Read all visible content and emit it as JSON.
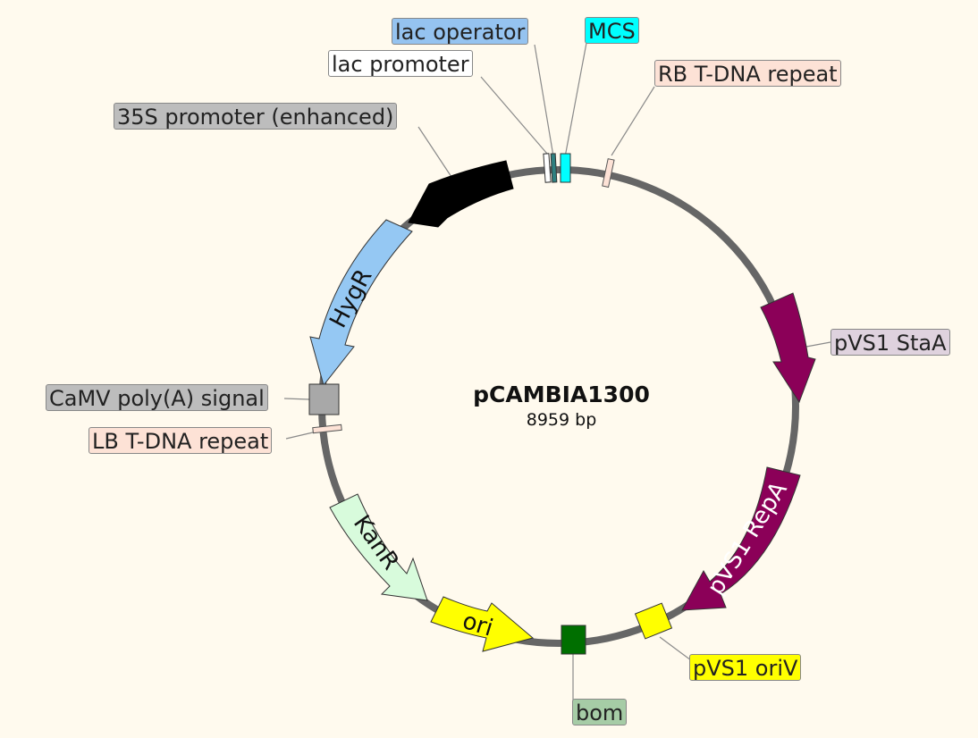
{
  "plasmid": {
    "name": "pCAMBIA1300",
    "size": "8959 bp"
  },
  "features": {
    "lac_operator": {
      "label": "lac operator",
      "color": "#95c3f0"
    },
    "mcs": {
      "label": "MCS",
      "color": "#00ffff"
    },
    "lac_promoter": {
      "label": "lac promoter",
      "color": "#ffffff"
    },
    "rb_tdna": {
      "label": "RB T-DNA repeat",
      "color": "#fde2d6"
    },
    "promoter_35s": {
      "label": "35S promoter (enhanced)",
      "color": "#000000",
      "label_color": "#bdbdbd"
    },
    "hygr": {
      "label": "HygR",
      "color": "#95c8f3"
    },
    "stata": {
      "label": "pVS1 StaA",
      "color": "#8b0058",
      "label_color": "#dfd2de"
    },
    "camv_polya": {
      "label": "CaMV poly(A) signal",
      "color": "#a8a8a8"
    },
    "lb_tdna": {
      "label": "LB T-DNA repeat",
      "color": "#fde2d6"
    },
    "repa": {
      "label": "pVS1 RepA",
      "color": "#8b0058"
    },
    "kanr": {
      "label": "KanR",
      "color": "#d8fbdc"
    },
    "ori": {
      "label": "ori",
      "color": "#ffff00"
    },
    "bom": {
      "label": "bom",
      "color": "#006f00",
      "label_color": "#a6cca6"
    },
    "oriv": {
      "label": "pVS1 oriV",
      "color": "#ffff00"
    }
  }
}
